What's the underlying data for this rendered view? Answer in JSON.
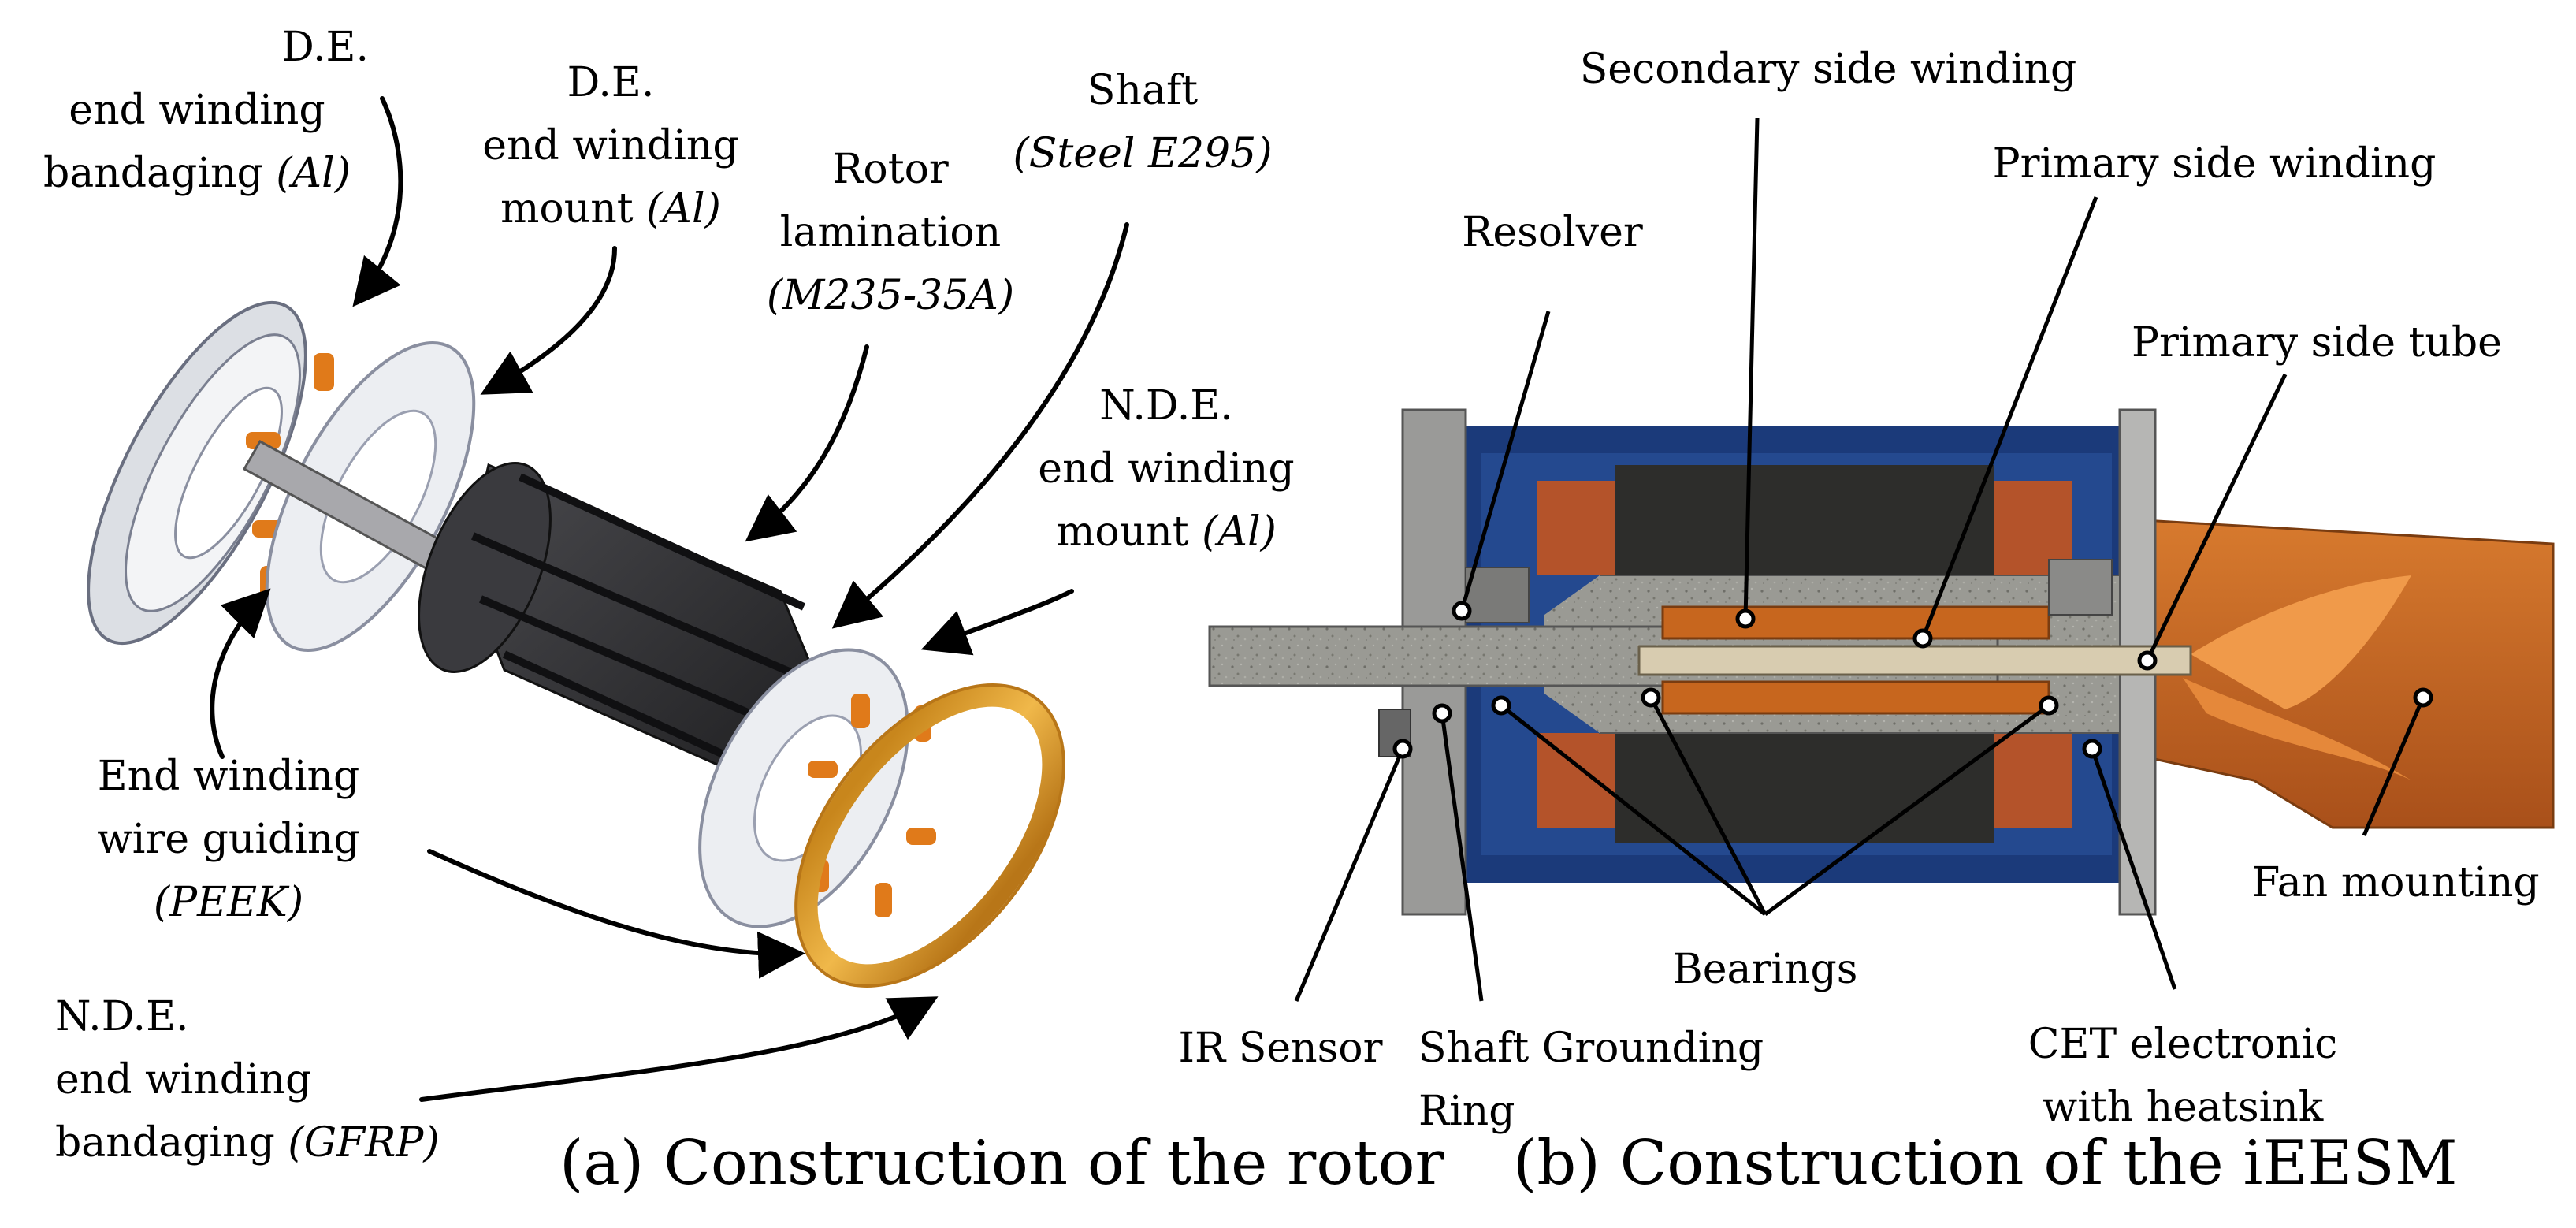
{
  "colors": {
    "background": "#ffffff",
    "rotor_lamination": "#2e2e30",
    "aluminium": "#e6e8ec",
    "copper_winding": "#e07a1a",
    "gfrp_band": "#d99a2b",
    "housing_blue": "#1b3a7a",
    "cast_grey": "#8a8a84",
    "fan_orange": "#c8661e"
  },
  "panel_a": {
    "caption": "(a) Construction of the rotor",
    "labels": {
      "de_bandaging": {
        "l1": "D.E.",
        "l2": "end winding",
        "l3": "bandaging ",
        "mat": "(Al)"
      },
      "de_mount": {
        "l1": "D.E.",
        "l2": "end winding",
        "l3": "mount ",
        "mat": "(Al)"
      },
      "rotor_lamination": {
        "l1": "Rotor",
        "l2": "lamination",
        "mat": "(M235-35A)"
      },
      "shaft": {
        "l1": "Shaft",
        "mat": "(Steel E295)"
      },
      "nde_mount": {
        "l1": "N.D.E.",
        "l2": "end winding",
        "l3": "mount ",
        "mat": "(Al)"
      },
      "wire_guiding": {
        "l1": "End winding",
        "l2": "wire guiding",
        "mat": "(PEEK)"
      },
      "nde_bandaging": {
        "l1": "N.D.E.",
        "l2": "end winding",
        "l3": "bandaging ",
        "mat": "(GFRP)"
      }
    }
  },
  "panel_b": {
    "caption": "(b) Construction of the iEESM",
    "labels": {
      "secondary_winding": "Secondary side winding",
      "primary_winding": "Primary side winding",
      "resolver": "Resolver",
      "primary_tube": "Primary side tube",
      "fan_mounting": "Fan mounting",
      "bearings": "Bearings",
      "ir_sensor": "IR Sensor",
      "shaft_grounding_l1": "Shaft Grounding",
      "shaft_grounding_l2": "Ring",
      "cet_l1": "CET electronic",
      "cet_l2": "with heatsink"
    }
  }
}
